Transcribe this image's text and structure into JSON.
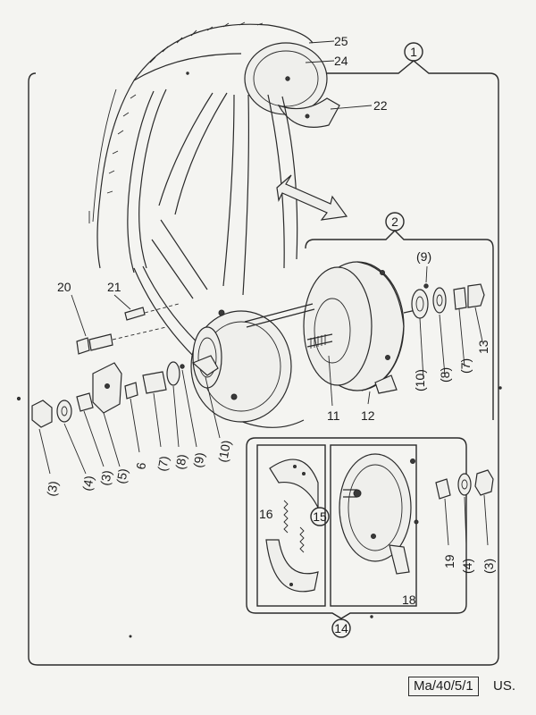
{
  "callouts": {
    "c1": "1",
    "c2": "2",
    "c14": "14",
    "c15": "15"
  },
  "labels": {
    "l25": "25",
    "l24": "24",
    "l22": "22",
    "l20": "20",
    "l21": "21",
    "l9a": "(9)",
    "l10a": "(10)",
    "l8a": "(8)",
    "l7a": "(7)",
    "l13": "13",
    "l11": "11",
    "l12": "12",
    "l3a": "(3)",
    "l4a": "(4)",
    "l3b": "(3)",
    "l5": "(5)",
    "l6": "6",
    "l7b": "(7)",
    "l8b": "(8)",
    "l9b": "(9)",
    "l10b": "(10)",
    "l16": "16",
    "l18": "18",
    "l19": "19",
    "l4b": "(4)",
    "l3c": "(3)"
  },
  "reference": {
    "code": "Ma/40/5/1",
    "suffix": "US."
  }
}
